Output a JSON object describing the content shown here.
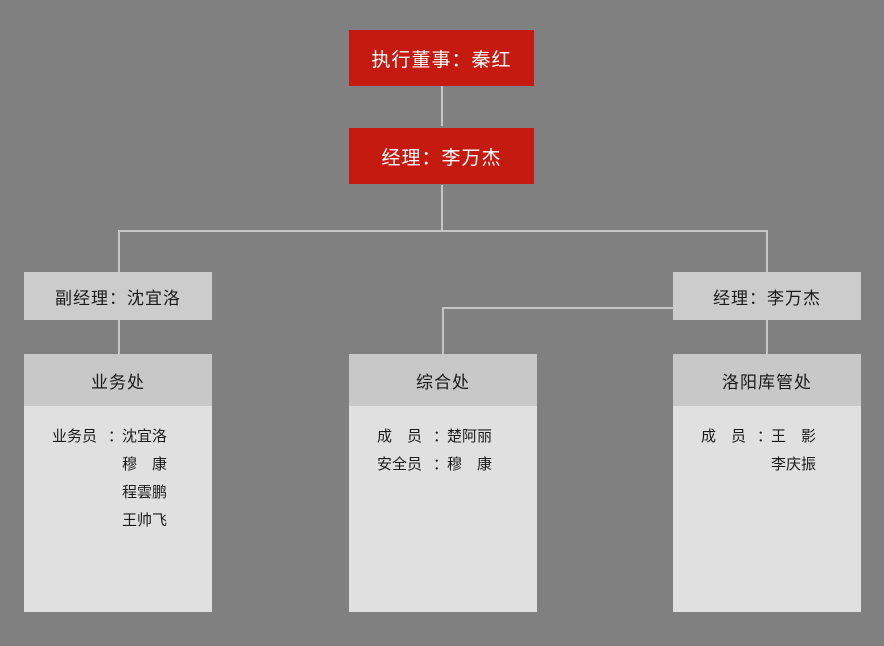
{
  "colors": {
    "background": "#808080",
    "accent_red": "#c51a10",
    "box_gray": "#cccccc",
    "dept_header": "#c8c8c8",
    "dept_body": "#e0e0e0",
    "line": "#c6c6c6",
    "text_dark": "#1a1a1a",
    "text_light": "#ffffff"
  },
  "top": {
    "executive": "执行董事：秦红",
    "manager": "经理：李万杰"
  },
  "mid": {
    "deputy_manager": "副经理：沈宜洛",
    "manager": "经理：李万杰"
  },
  "departments": [
    {
      "title": "业务处",
      "members": [
        {
          "role": "业务员",
          "colon": "：",
          "name": "沈宜洛"
        },
        {
          "role": "",
          "colon": "",
          "name": "穆　康"
        },
        {
          "role": "",
          "colon": "",
          "name": "程雲鹏"
        },
        {
          "role": "",
          "colon": "",
          "name": "王帅飞"
        }
      ]
    },
    {
      "title": "综合处",
      "members": [
        {
          "role": "成　员",
          "colon": "：",
          "name": "楚阿丽"
        },
        {
          "role": "安全员",
          "colon": "：",
          "name": "穆　康"
        }
      ]
    },
    {
      "title": "洛阳库管处",
      "members": [
        {
          "role": "成　员",
          "colon": "：",
          "name": "王　影"
        },
        {
          "role": "",
          "colon": "",
          "name": "李庆振"
        }
      ]
    }
  ]
}
